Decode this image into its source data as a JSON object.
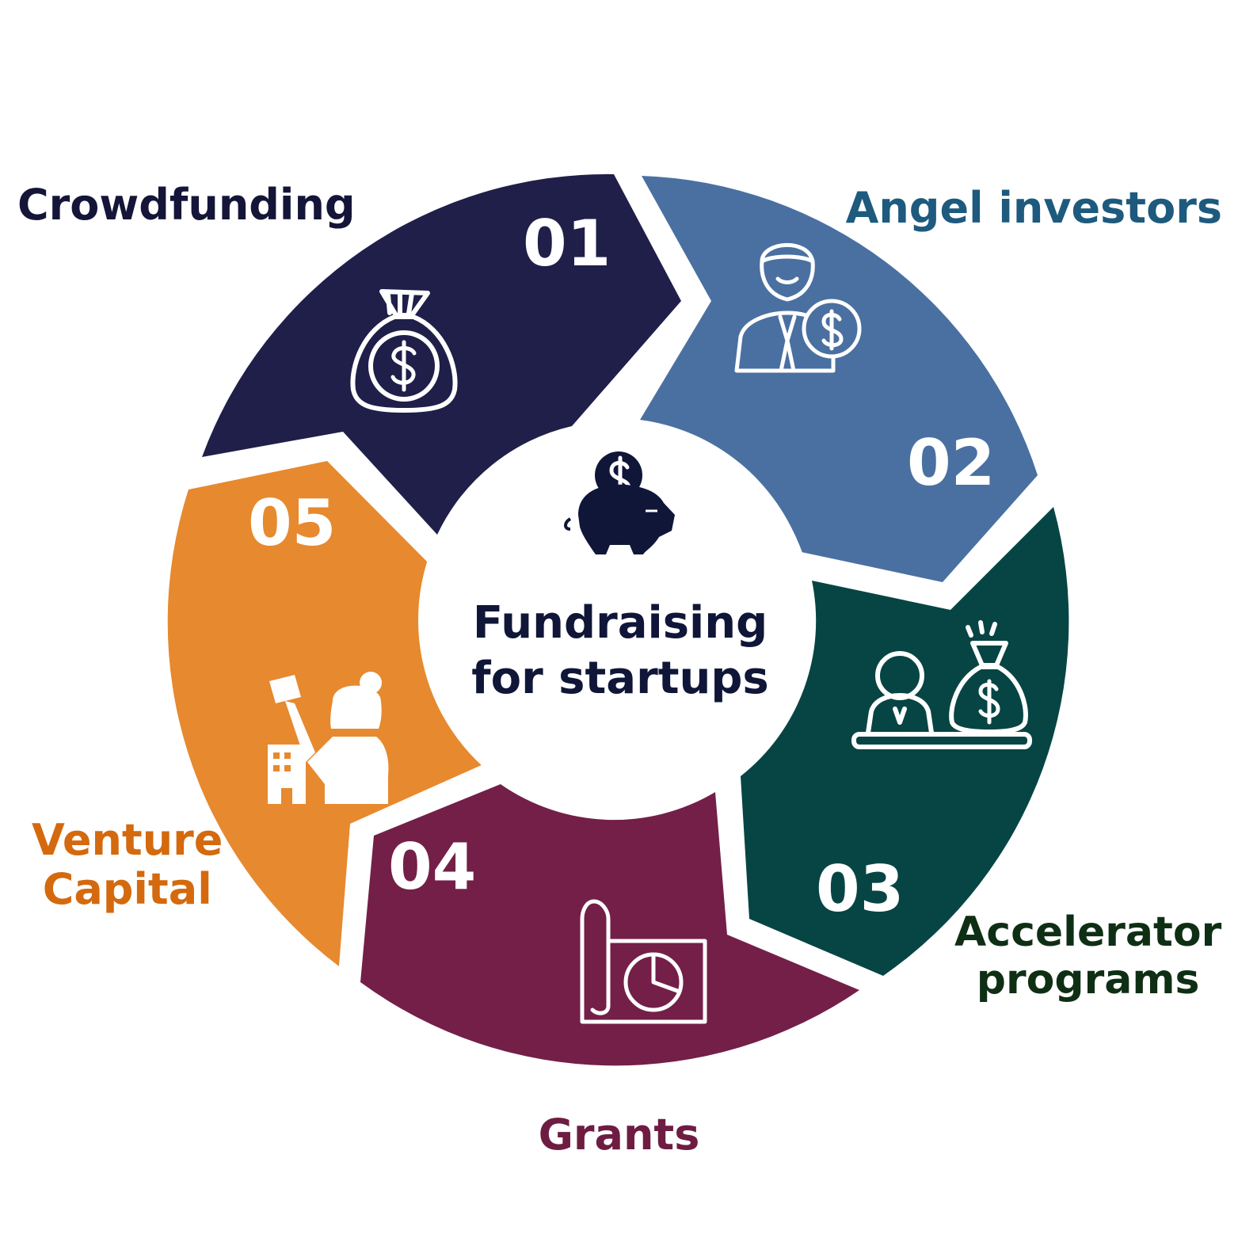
{
  "center": {
    "title_line1": "Fundraising",
    "title_line2": "for startups",
    "icon": "piggy-bank-icon",
    "color": "#0f1638"
  },
  "segments": [
    {
      "number": "01",
      "label": "Crowdfunding",
      "label_lines": [
        "Crowdfunding"
      ],
      "color": "#1f1f4a",
      "label_color": "#141538",
      "icon": "money-bag-icon"
    },
    {
      "number": "02",
      "label": "Angel investors",
      "label_lines": [
        "Angel investors"
      ],
      "color": "#4a70a1",
      "label_color": "#1d5a7e",
      "icon": "investor-coin-icon"
    },
    {
      "number": "03",
      "label": "Accelerator programs",
      "label_lines": [
        "Accelerator",
        "programs"
      ],
      "color": "#064544",
      "label_color": "#0e2f14",
      "icon": "person-money-bag-icon"
    },
    {
      "number": "04",
      "label": "Grants",
      "label_lines": [
        "Grants"
      ],
      "color": "#731f48",
      "label_color": "#6e1c42",
      "icon": "chart-scroll-icon"
    },
    {
      "number": "05",
      "label": "Venture Capital",
      "label_lines": [
        "Venture",
        "Capital"
      ],
      "color": "#e7892e",
      "label_color": "#d4690e",
      "icon": "businesswoman-building-icon"
    }
  ]
}
